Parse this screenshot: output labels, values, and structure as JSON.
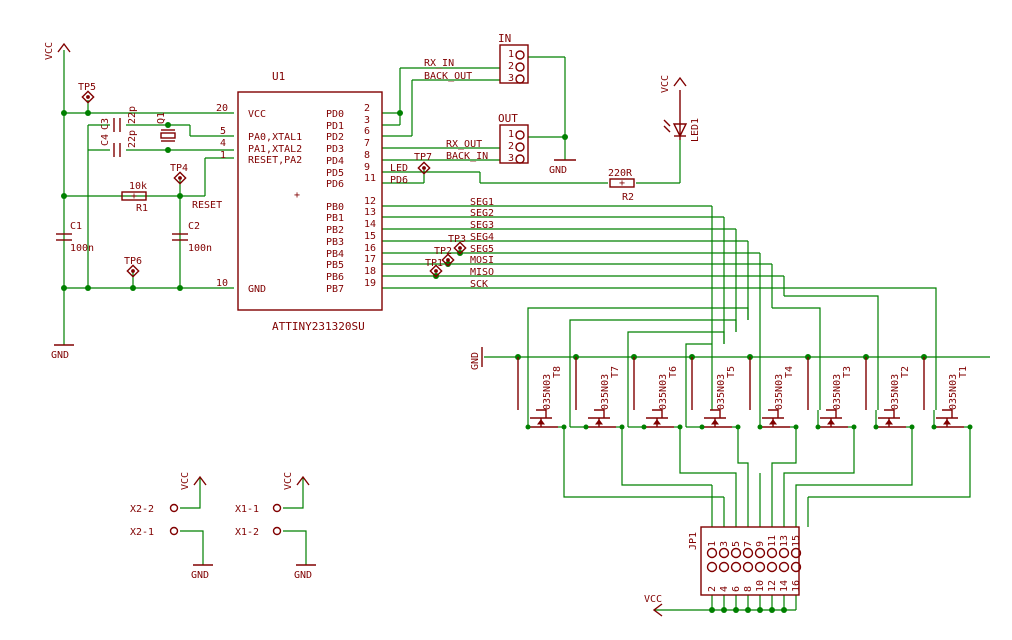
{
  "supply": {
    "vcc": "VCC",
    "gnd": "GND"
  },
  "u1": {
    "name": "U1",
    "part": "ATTINY231320SU",
    "left_pins": [
      {
        "label": "VCC",
        "num": "20"
      },
      {
        "label": "PA0,XTAL1",
        "num": "5"
      },
      {
        "label": "PA1,XTAL2",
        "num": "4"
      },
      {
        "label": "RESET,PA2",
        "num": "1"
      },
      {
        "label": "GND",
        "num": "10"
      }
    ],
    "right_pins": [
      {
        "label": "PD0",
        "num": "2"
      },
      {
        "label": "PD1",
        "num": "3"
      },
      {
        "label": "PD2",
        "num": "6"
      },
      {
        "label": "PD3",
        "num": "7"
      },
      {
        "label": "PD4",
        "num": "8"
      },
      {
        "label": "PD5",
        "num": "9"
      },
      {
        "label": "PD6",
        "num": "11"
      },
      {
        "label": "PB0",
        "num": "12"
      },
      {
        "label": "PB1",
        "num": "13"
      },
      {
        "label": "PB2",
        "num": "14"
      },
      {
        "label": "PB3",
        "num": "15"
      },
      {
        "label": "PB4",
        "num": "16"
      },
      {
        "label": "PB5",
        "num": "17"
      },
      {
        "label": "PB6",
        "num": "18"
      },
      {
        "label": "PB7",
        "num": "19"
      }
    ]
  },
  "nets": {
    "rx_in": "RX_IN",
    "back_out": "BACK_OUT",
    "rx_out": "RX_OUT",
    "back_in": "BACK_IN",
    "led": "LED",
    "pd6": "PD6",
    "seg": [
      "SEG1",
      "SEG2",
      "SEG3",
      "SEG4",
      "SEG5",
      "MOSI",
      "MISO",
      "SCK"
    ]
  },
  "connectors": {
    "in": "IN",
    "out": "OUT",
    "pins": [
      "1",
      "2",
      "3"
    ]
  },
  "components": {
    "r1": {
      "name": "R1",
      "value": "10k"
    },
    "r2": {
      "name": "R2",
      "value": "220R"
    },
    "c1": {
      "name": "C1",
      "value": "100n"
    },
    "c2": {
      "name": "C2",
      "value": "100n"
    },
    "c3": {
      "name": "C3",
      "value": "22p"
    },
    "c4": {
      "name": "C4",
      "value": "22p"
    },
    "q1": {
      "name": "Q1"
    },
    "led1": {
      "name": "LED1"
    },
    "reset": "RESET"
  },
  "testpoints": [
    "TP5",
    "TP4",
    "TP6",
    "TP7",
    "TP3",
    "TP2",
    "TP1"
  ],
  "transistors": {
    "part": "035N03",
    "names": [
      "T8",
      "T7",
      "T6",
      "T5",
      "T4",
      "T3",
      "T2",
      "T1"
    ]
  },
  "jp1": {
    "name": "JP1",
    "top": [
      "1",
      "3",
      "5",
      "7",
      "9",
      "11",
      "13",
      "15"
    ],
    "bottom": [
      "2",
      "4",
      "6",
      "8",
      "10",
      "12",
      "14",
      "16"
    ]
  },
  "xpins": {
    "x22": "X2-2",
    "x21": "X2-1",
    "x11": "X1-1",
    "x12": "X1-2"
  }
}
